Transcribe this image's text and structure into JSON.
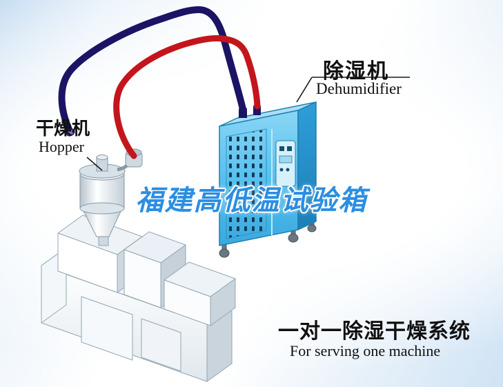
{
  "title": "One-to-one dehumidifying drying system diagram",
  "colors": {
    "watermark_blue": "#2b8ee2",
    "pipe_red": "#c3161c",
    "pipe_navy": "#1b1464",
    "cabinet_blue": "#5fc4f0",
    "cabinet_blue_dark": "#2490c9",
    "background_tint": "#cfe3f5"
  },
  "labels": {
    "dryer_zh": "干燥机",
    "dryer_en": "Hopper",
    "dehumidifier_zh": "除湿机",
    "dehumidifier_en": "Dehumidifier",
    "watermark": "福建高低温试验箱",
    "caption_zh": "一对一除湿干燥系统",
    "caption_en": "For serving one machine"
  }
}
